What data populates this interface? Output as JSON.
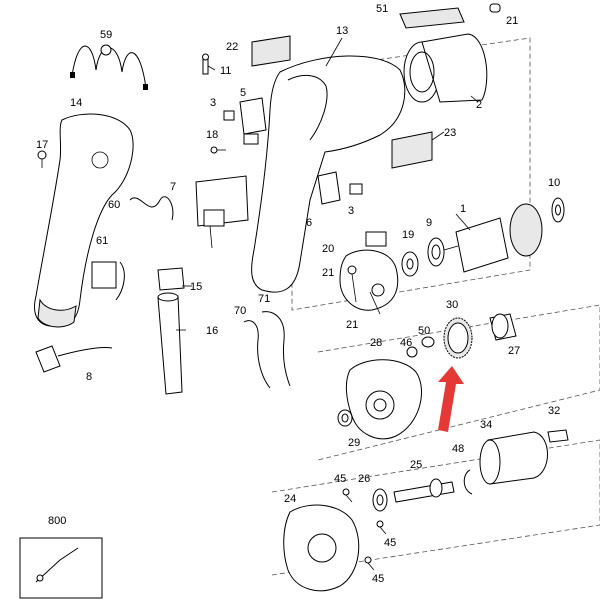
{
  "diagram": {
    "labels": {
      "p1": "1",
      "p2": "2",
      "p3a": "3",
      "p3b": "3",
      "p5": "5",
      "p6": "6",
      "p7": "7",
      "p8": "8",
      "p9": "9",
      "p10": "10",
      "p11": "11",
      "p13": "13",
      "p14": "14",
      "p15": "15",
      "p16": "16",
      "p17": "17",
      "p18": "18",
      "p19": "19",
      "p20": "20",
      "p21a": "21",
      "p21b": "21",
      "p22": "22",
      "p23": "23",
      "p24": "24",
      "p25": "25",
      "p26": "26",
      "p27": "27",
      "p28": "28",
      "p29": "29",
      "p30": "30",
      "p32": "32",
      "p34": "34",
      "p45a": "45",
      "p45b": "45",
      "p45c": "45",
      "p46": "46",
      "p48": "48",
      "p50": "50",
      "p51": "51",
      "p59": "59",
      "p60": "60",
      "p61": "61",
      "p70": "70",
      "p71": "71",
      "p800": "800"
    },
    "colors": {
      "arrow": "#e53935",
      "line": "#000000",
      "frame": "#555555"
    }
  }
}
